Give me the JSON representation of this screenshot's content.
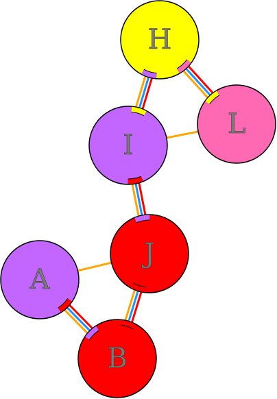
{
  "nodes": [
    {
      "id": "H",
      "label": "H",
      "fill": "#ffff00"
    },
    {
      "id": "L",
      "label": "L",
      "fill": "#ff69b4"
    },
    {
      "id": "I",
      "label": "I",
      "fill": "#c266ff"
    },
    {
      "id": "J",
      "label": "J",
      "fill": "#ff0000"
    },
    {
      "id": "A",
      "label": "A",
      "fill": "#c266ff"
    },
    {
      "id": "B",
      "label": "B",
      "fill": "#ff0000"
    }
  ],
  "edges": [
    {
      "from": "H",
      "to": "I",
      "colors": [
        "#ff0000",
        "#1e90ff",
        "#ffa500"
      ],
      "from_marker": "#c266ff",
      "to_marker": "#ffff00"
    },
    {
      "from": "H",
      "to": "L",
      "colors": [
        "#ff0000",
        "#1e90ff",
        "#ffa500"
      ],
      "from_marker": "#ff69b4",
      "to_marker": "#ffff00"
    },
    {
      "from": "I",
      "to": "L",
      "colors": [
        "#ffa500"
      ]
    },
    {
      "from": "I",
      "to": "J",
      "colors": [
        "#ff0000",
        "#1e90ff",
        "#ffa500"
      ],
      "from_marker": "#ff0000",
      "to_marker": "#c266ff"
    },
    {
      "from": "A",
      "to": "J",
      "colors": [
        "#ffa500"
      ]
    },
    {
      "from": "J",
      "to": "B",
      "colors": [
        "#ff0000",
        "#1e90ff",
        "#ffa500"
      ],
      "from_marker": "#ff0000",
      "to_marker": "#ff0000"
    },
    {
      "from": "A",
      "to": "B",
      "colors": [
        "#ff0000",
        "#1e90ff",
        "#ffa500"
      ],
      "from_marker": "#ff0000",
      "to_marker": "#c266ff"
    }
  ]
}
